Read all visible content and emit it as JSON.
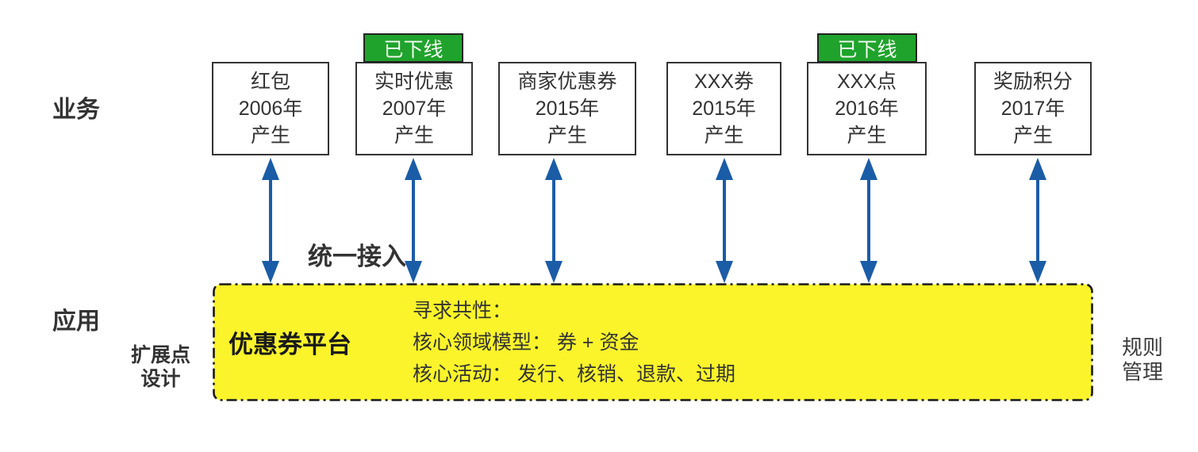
{
  "labels": {
    "business": "业务",
    "application": "应用",
    "extension_line1": "扩展点",
    "extension_line2": "设计",
    "rule_line1": "规则",
    "rule_line2": "管理",
    "unified_access": "统一接入"
  },
  "business_boxes": [
    {
      "name": "红包",
      "year": "2006年",
      "origin": "产生",
      "badge": ""
    },
    {
      "name": "实时优惠",
      "year": "2007年",
      "origin": "产生",
      "badge": "已下线"
    },
    {
      "name": "商家优惠券",
      "year": "2015年",
      "origin": "产生",
      "badge": ""
    },
    {
      "name": "XXX券",
      "year": "2015年",
      "origin": "产生",
      "badge": ""
    },
    {
      "name": "XXX点",
      "year": "2016年",
      "origin": "产生",
      "badge": "已下线"
    },
    {
      "name": "奖励积分",
      "year": "2017年",
      "origin": "产生",
      "badge": ""
    }
  ],
  "platform": {
    "title": "优惠券平台",
    "lines": [
      "寻求共性：",
      "核心领域模型： 券 + 资金",
      "核心活动： 发行、核销、退款、过期"
    ]
  },
  "colors": {
    "arrow_blue": "#1B5CA7",
    "badge_green": "#1FA32C",
    "platform_yellow": "#FBF42B",
    "box_border": "#333333",
    "text": "#333333"
  }
}
